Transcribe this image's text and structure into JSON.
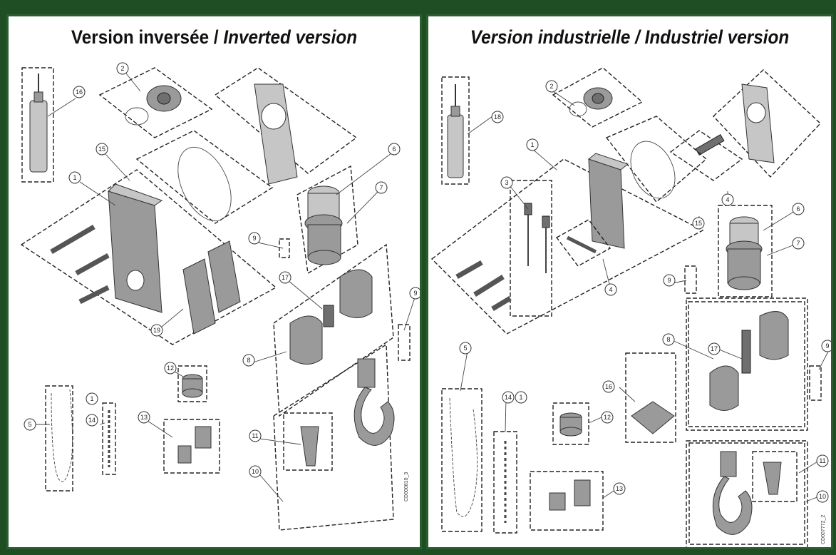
{
  "left_panel": {
    "title_regular": "Version inversée / ",
    "title_italic": "Inverted version",
    "drawing_code": "CD000810_3",
    "callouts": [
      "1",
      "2",
      "5",
      "6",
      "7",
      "8",
      "9",
      "9",
      "10",
      "11",
      "12",
      "13",
      "14",
      "1",
      "15",
      "16",
      "17",
      "19"
    ]
  },
  "right_panel": {
    "title_regular": "Version industrielle / ",
    "title_italic": "Industriel version",
    "drawing_code": "CD007772_2",
    "callouts": [
      "1",
      "2",
      "3",
      "4",
      "4",
      "5",
      "6",
      "7",
      "8",
      "9",
      "9",
      "10",
      "11",
      "12",
      "13",
      "14",
      "1",
      "15",
      "16",
      "17",
      "18"
    ]
  },
  "colors": {
    "frame": "#2b5e2e",
    "background": "#1f4d24",
    "line": "#222222",
    "part": "#9a9a9a"
  }
}
